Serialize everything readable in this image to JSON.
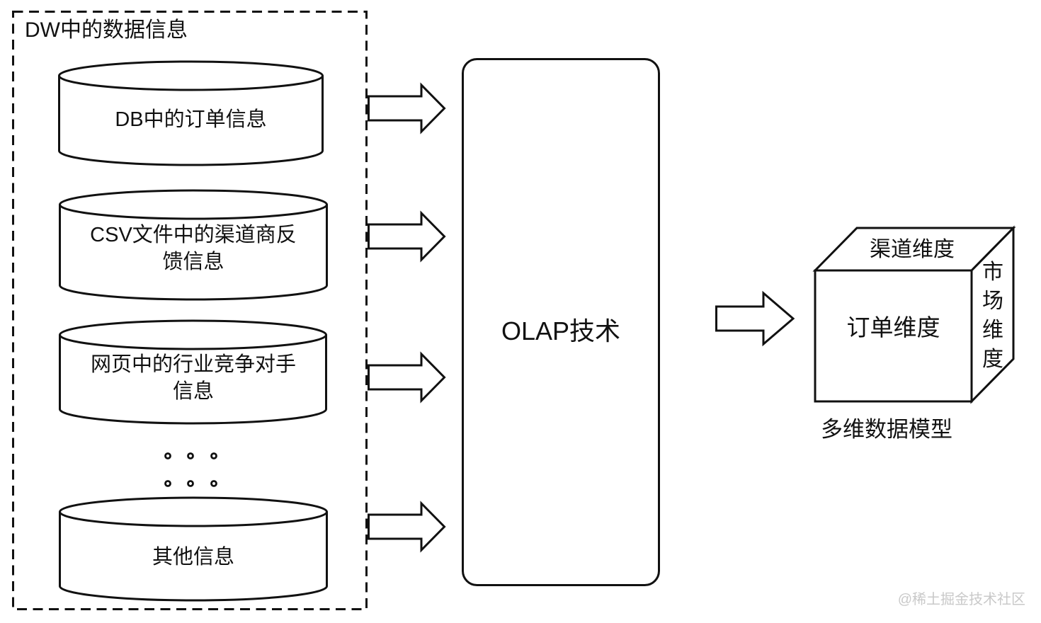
{
  "dw_box": {
    "title": "DW中的数据信息",
    "cylinders": [
      {
        "label": "DB中的订单信息"
      },
      {
        "label": "CSV文件中的渠道商反馈信息"
      },
      {
        "label": "网页中的行业竞争对手信息"
      },
      {
        "label": "其他信息"
      }
    ],
    "ellipsis_dots": 6
  },
  "olap": {
    "label": "OLAP技术"
  },
  "cube": {
    "top_label": "渠道维度",
    "front_label": "订单维度",
    "side_label": "市场维度",
    "caption": "多维数据模型"
  },
  "watermark": "@稀土掘金技术社区",
  "colors": {
    "stroke": "#111111",
    "background": "#ffffff",
    "watermark": "#c9c9c9"
  }
}
